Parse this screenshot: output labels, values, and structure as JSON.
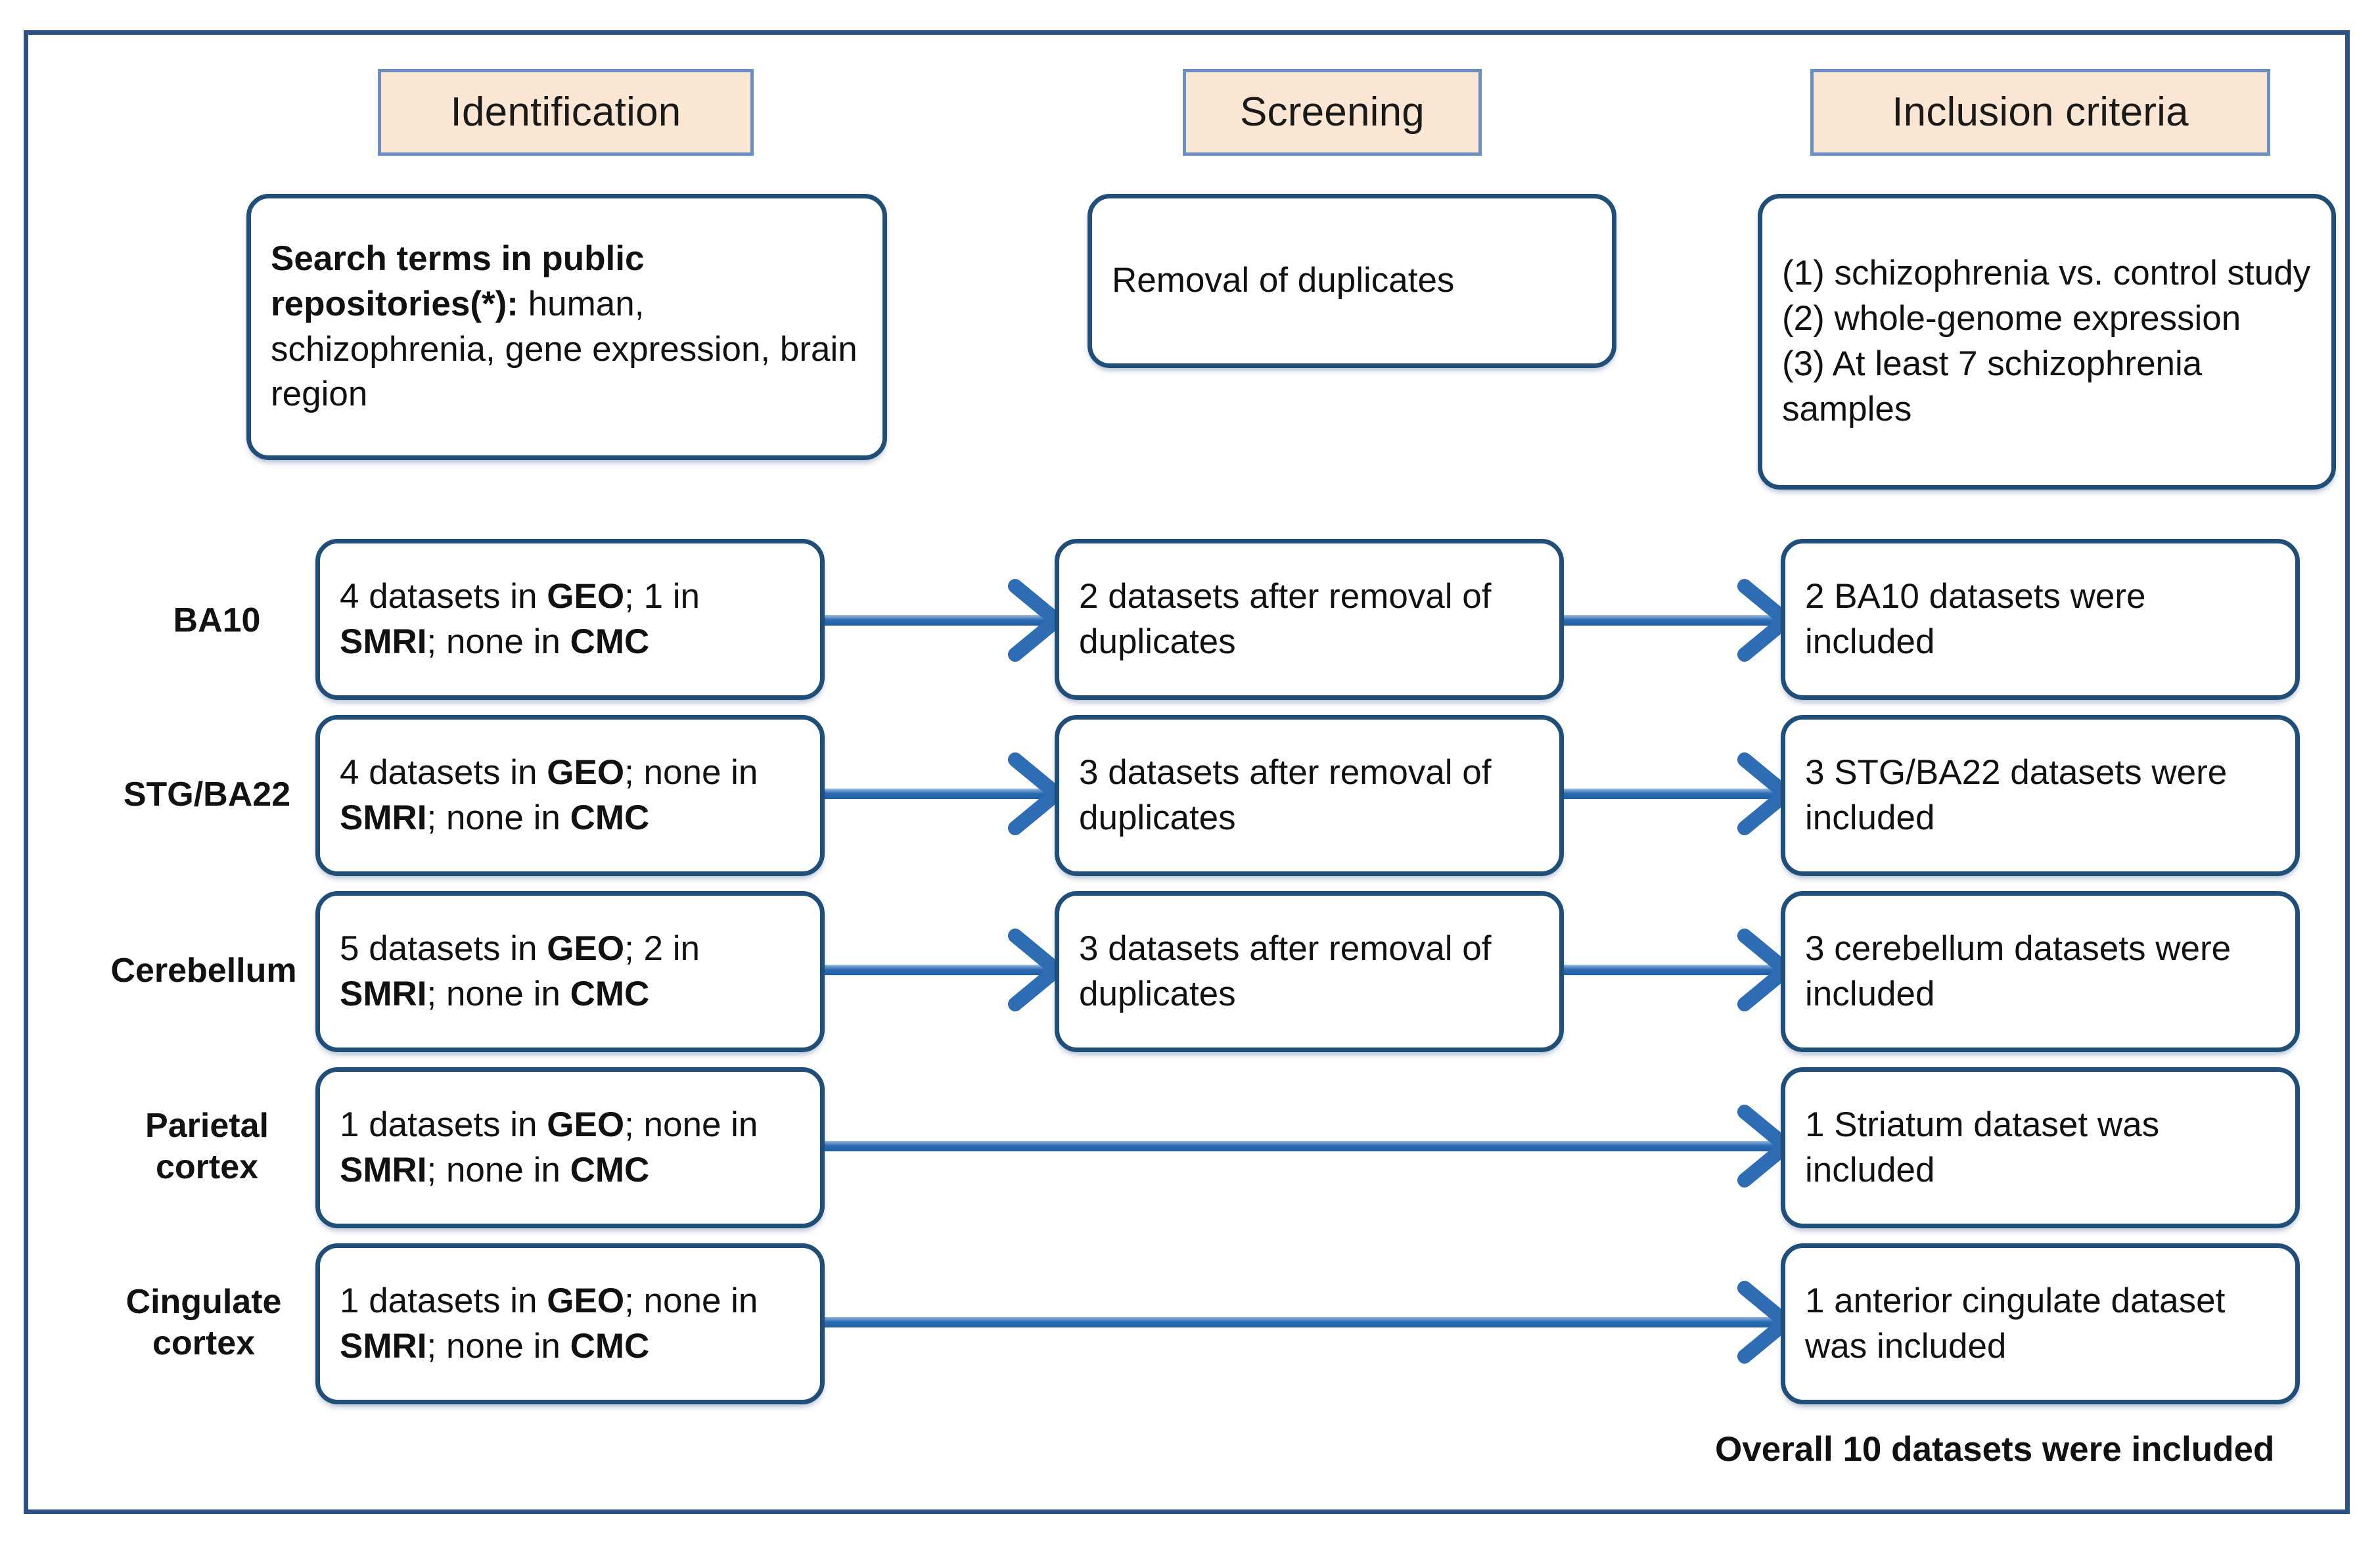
{
  "figure": {
    "title": "PRISMA-style dataset selection flow diagram",
    "accent_border": "#1f4e79",
    "arrow_color": "#2e6db4",
    "header_fill": "#fbe5d3",
    "header_border": "#6a8fc4",
    "frame_border": "#2d5286"
  },
  "stages": [
    {
      "key": "identification",
      "label": "Identification"
    },
    {
      "key": "screening",
      "label": "Screening"
    },
    {
      "key": "inclusion",
      "label": "Inclusion criteria"
    }
  ],
  "top_boxes": {
    "search_terms": {
      "bold_lead": "Search terms in public repositories(*):",
      "rest": " human, schizophrenia, gene expression, brain region"
    },
    "screening": {
      "text": "Removal of duplicates"
    },
    "criteria": {
      "lines": [
        "(1) schizophrenia vs. control study",
        "(2) whole-genome expression",
        "(3) At least 7 schizophrenia samples"
      ]
    }
  },
  "rows": [
    {
      "key": "ba10",
      "label": "BA10",
      "label_lines": [
        "BA10"
      ],
      "identification": {
        "segments": [
          {
            "text": "4 datasets in ",
            "bold": false
          },
          {
            "text": "GEO",
            "bold": true
          },
          {
            "text": "; 1 in ",
            "bold": false
          },
          {
            "text": "SMRI",
            "bold": true
          },
          {
            "text": "; none in ",
            "bold": false
          },
          {
            "text": "CMC",
            "bold": true
          }
        ]
      },
      "screening": {
        "text": "2 datasets after removal of duplicates"
      },
      "inclusion": {
        "text": "2 BA10 datasets were included"
      },
      "has_screening": true
    },
    {
      "key": "stg_ba22",
      "label": "STG/BA22",
      "label_lines": [
        "STG/BA22"
      ],
      "identification": {
        "segments": [
          {
            "text": "4 datasets in ",
            "bold": false
          },
          {
            "text": "GEO",
            "bold": true
          },
          {
            "text": "; none in ",
            "bold": false
          },
          {
            "text": "SMRI",
            "bold": true
          },
          {
            "text": "; none in ",
            "bold": false
          },
          {
            "text": "CMC",
            "bold": true
          }
        ]
      },
      "screening": {
        "text": "3 datasets after removal of duplicates"
      },
      "inclusion": {
        "text": "3 STG/BA22  datasets were included"
      },
      "has_screening": true
    },
    {
      "key": "cerebellum",
      "label": "Cerebellum",
      "label_lines": [
        "Cerebellum"
      ],
      "identification": {
        "segments": [
          {
            "text": "5 datasets in ",
            "bold": false
          },
          {
            "text": "GEO",
            "bold": true
          },
          {
            "text": "; 2 in ",
            "bold": false
          },
          {
            "text": "SMRI",
            "bold": true
          },
          {
            "text": "; none in ",
            "bold": false
          },
          {
            "text": "CMC",
            "bold": true
          }
        ]
      },
      "screening": {
        "text": "3 datasets after removal of duplicates"
      },
      "inclusion": {
        "text": "3 cerebellum datasets were included"
      },
      "has_screening": true
    },
    {
      "key": "parietal_cortex",
      "label": "Parietal cortex",
      "label_lines": [
        "Parietal",
        "cortex"
      ],
      "identification": {
        "segments": [
          {
            "text": "1 datasets in ",
            "bold": false
          },
          {
            "text": "GEO",
            "bold": true
          },
          {
            "text": "; none in ",
            "bold": false
          },
          {
            "text": "SMRI",
            "bold": true
          },
          {
            "text": "; none in ",
            "bold": false
          },
          {
            "text": "CMC",
            "bold": true
          }
        ]
      },
      "screening": null,
      "inclusion": {
        "text": "1 Striatum dataset was included"
      },
      "has_screening": false
    },
    {
      "key": "cingulate_cortex",
      "label": "Cingulate cortex",
      "label_lines": [
        "Cingulate",
        "cortex"
      ],
      "identification": {
        "segments": [
          {
            "text": "1 datasets in ",
            "bold": false
          },
          {
            "text": "GEO",
            "bold": true
          },
          {
            "text": "; none in ",
            "bold": false
          },
          {
            "text": "SMRI",
            "bold": true
          },
          {
            "text": "; none in ",
            "bold": false
          },
          {
            "text": "CMC",
            "bold": true
          }
        ]
      },
      "screening": null,
      "inclusion": {
        "text": "1 anterior cingulate dataset was included"
      },
      "has_screening": false
    }
  ],
  "footer": {
    "total_text": "Overall 10 datasets were included"
  }
}
